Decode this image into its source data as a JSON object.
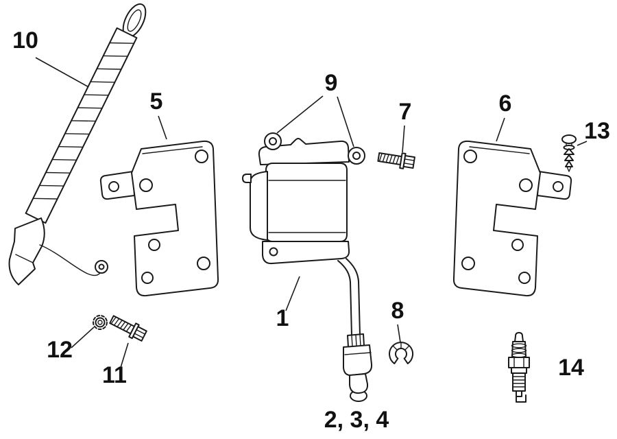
{
  "diagram": {
    "background_color": "#ffffff",
    "line_color": "#1a1a1a",
    "callouts": {
      "c1": {
        "label": "1",
        "part": "ignition-coil"
      },
      "c2_3_4": {
        "label": "2, 3, 4",
        "part": "coil-lead-connector"
      },
      "c5": {
        "label": "5",
        "part": "mounting-bracket-left"
      },
      "c6": {
        "label": "6",
        "part": "mounting-bracket-right"
      },
      "c7": {
        "label": "7",
        "part": "flange-bolt-upper"
      },
      "c8": {
        "label": "8",
        "part": "retainer-clip"
      },
      "c9": {
        "label": "9",
        "part": "grommets"
      },
      "c10": {
        "label": "10",
        "part": "spark-plug-lead"
      },
      "c11": {
        "label": "11",
        "part": "flange-bolt-lower"
      },
      "c12": {
        "label": "12",
        "part": "lock-washer"
      },
      "c13": {
        "label": "13",
        "part": "push-pin"
      },
      "c14": {
        "label": "14",
        "part": "spark-plug"
      }
    }
  }
}
